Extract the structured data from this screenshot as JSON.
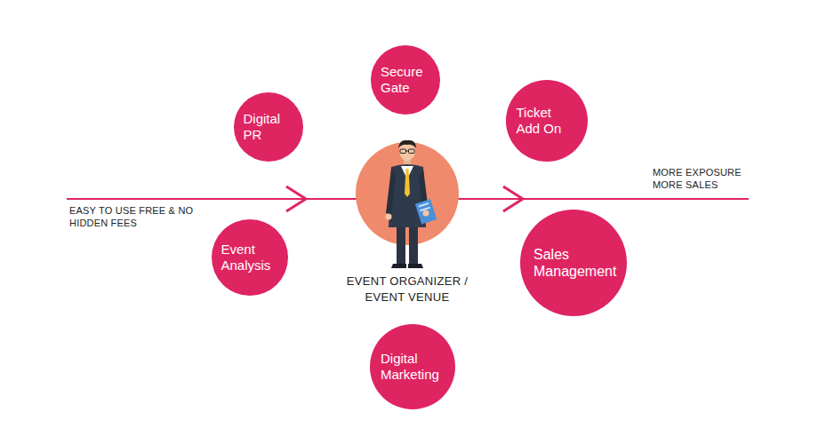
{
  "diagram": {
    "nodes": [
      {
        "text": [
          "Secure Gate"
        ]
      },
      {
        "text": [
          "Digital PR"
        ]
      },
      {
        "text": [
          "Ticket Add On"
        ]
      },
      {
        "text": [
          "Event Analysis"
        ]
      },
      {
        "text": [
          "EVENT ORGANIZER / EVENT VENUE"
        ]
      },
      {
        "text": [
          "Sales Management"
        ]
      },
      {
        "text": [
          "Digital Marketing"
        ]
      }
    ],
    "labels": [
      "EASY TO USE FREE & NO HIDDEN FEES",
      "MORE EXPOSURE MORE SALES"
    ]
  }
}
